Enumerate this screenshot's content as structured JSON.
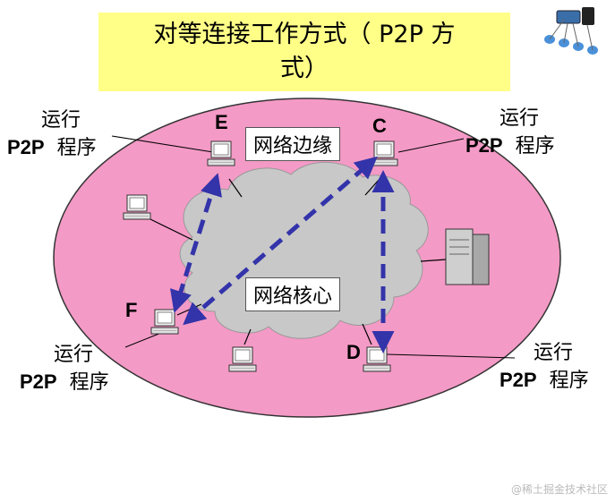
{
  "title": {
    "line1": "对等连接工作方式（ P2P 方",
    "line2": "式）"
  },
  "labels": {
    "edge": "网络边缘",
    "core": "网络核心"
  },
  "nodes": {
    "E": "E",
    "C": "C",
    "F": "F",
    "D": "D"
  },
  "annotations": {
    "run": "运行",
    "p2p": "P2P",
    "program": "程序"
  },
  "colors": {
    "title_bg": "#ffff88",
    "edge_region": "#f49ac6",
    "core_cloud": "#c8c8c8",
    "arrow": "#3333aa"
  },
  "watermark": "@稀土掘金技术社区"
}
